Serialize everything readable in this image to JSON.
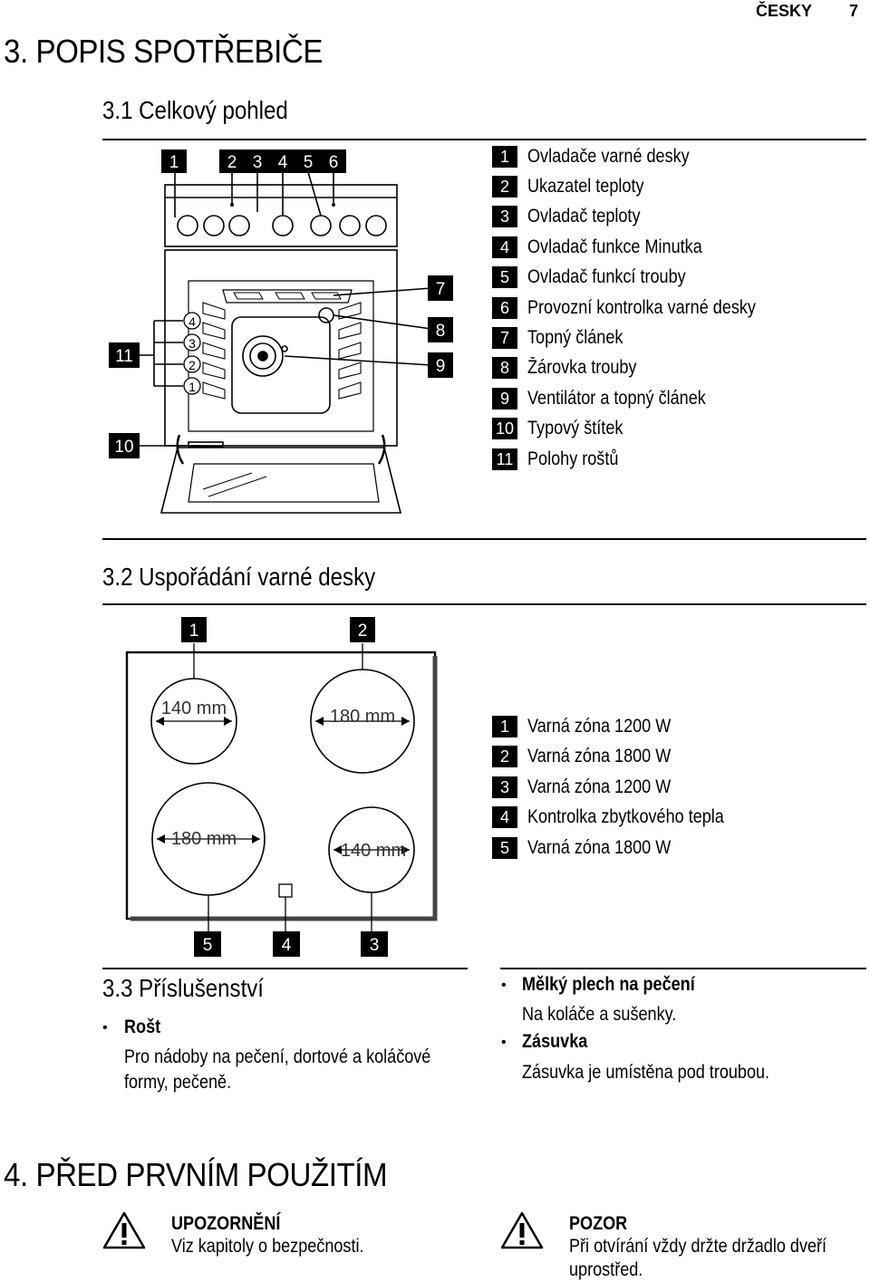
{
  "header": {
    "language": "ČESKY",
    "page_number": "7"
  },
  "section3": {
    "title": "3. POPIS SPOTŘEBIČE",
    "sub1": {
      "title": "3.1 Celkový pohled",
      "legend": [
        {
          "n": "1",
          "text": "Ovladače varné desky"
        },
        {
          "n": "2",
          "text": "Ukazatel teploty"
        },
        {
          "n": "3",
          "text": "Ovladač teploty"
        },
        {
          "n": "4",
          "text": "Ovladač funkce Minutka"
        },
        {
          "n": "5",
          "text": "Ovladač funkcí trouby"
        },
        {
          "n": "6",
          "text": "Provozní kontrolka varné desky"
        },
        {
          "n": "7",
          "text": "Topný článek"
        },
        {
          "n": "8",
          "text": "Žárovka trouby"
        },
        {
          "n": "9",
          "text": "Ventilátor a topný článek"
        },
        {
          "n": "10",
          "text": "Typový štítek"
        },
        {
          "n": "11",
          "text": "Polohy roštů"
        }
      ],
      "diagram_labels": {
        "top": [
          "1",
          "2",
          "3",
          "4",
          "5",
          "6"
        ],
        "right": [
          "7",
          "8",
          "9"
        ],
        "left": [
          "11",
          "10"
        ],
        "shelves": [
          "4",
          "3",
          "2",
          "1"
        ]
      }
    },
    "sub2": {
      "title": "3.2 Uspořádání varné desky",
      "legend": [
        {
          "n": "1",
          "text": "Varná zóna 1200 W"
        },
        {
          "n": "2",
          "text": "Varná zóna 1800 W"
        },
        {
          "n": "3",
          "text": "Varná zóna 1200 W"
        },
        {
          "n": "4",
          "text": "Kontrolka zbytkového tepla"
        },
        {
          "n": "5",
          "text": "Varná zóna 1800 W"
        }
      ],
      "diagram_labels": {
        "top": [
          "1",
          "2"
        ],
        "bottom": [
          "5",
          "4",
          "3"
        ],
        "zones": [
          "140 mm",
          "180 mm",
          "180 mm",
          "140 mm"
        ]
      }
    },
    "sub3": {
      "title": "3.3 Příslušenství",
      "items": [
        {
          "title": "Rošt",
          "desc": "Pro nádoby na pečení, dortové a koláčové formy, pečeně."
        },
        {
          "title": "Mělký plech na pečení",
          "desc": "Na koláče a sušenky."
        },
        {
          "title": "Zásuvka",
          "desc": "Zásuvka je umístěna pod troubou."
        }
      ]
    }
  },
  "section4": {
    "title": "4. PŘED PRVNÍM POUŽITÍM",
    "warnings": [
      {
        "title": "UPOZORNĚNÍ",
        "desc": "Viz kapitoly o bezpečnosti.",
        "icon": "warning-triangle-icon"
      },
      {
        "title": "POZOR",
        "desc": "Při otvírání vždy držte držadlo dveří uprostřed.",
        "icon": "warning-triangle-icon"
      }
    ]
  }
}
